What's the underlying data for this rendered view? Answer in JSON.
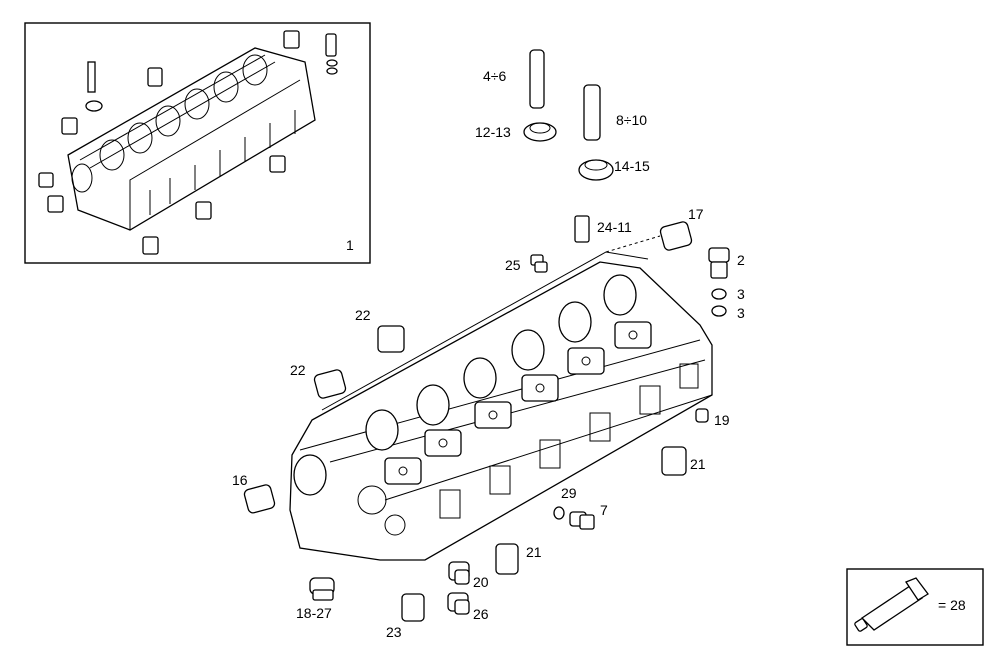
{
  "diagram": {
    "inset_label": "1",
    "callouts": {
      "c_4_6": "4÷6",
      "c_8_10": "8÷10",
      "c_12_13": "12-13",
      "c_14_15": "14-15",
      "c_24_11": "24-11",
      "c_17": "17",
      "c_25": "25",
      "c_2": "2",
      "c_3a": "3",
      "c_3b": "3",
      "c_22a": "22",
      "c_22b": "22",
      "c_19": "19",
      "c_21a": "21",
      "c_16": "16",
      "c_29": "29",
      "c_7": "7",
      "c_21b": "21",
      "c_20": "20",
      "c_26": "26",
      "c_18_27": "18-27",
      "c_23": "23"
    },
    "legend": {
      "text": "= 28",
      "icon": "sealant-tube-icon"
    }
  }
}
